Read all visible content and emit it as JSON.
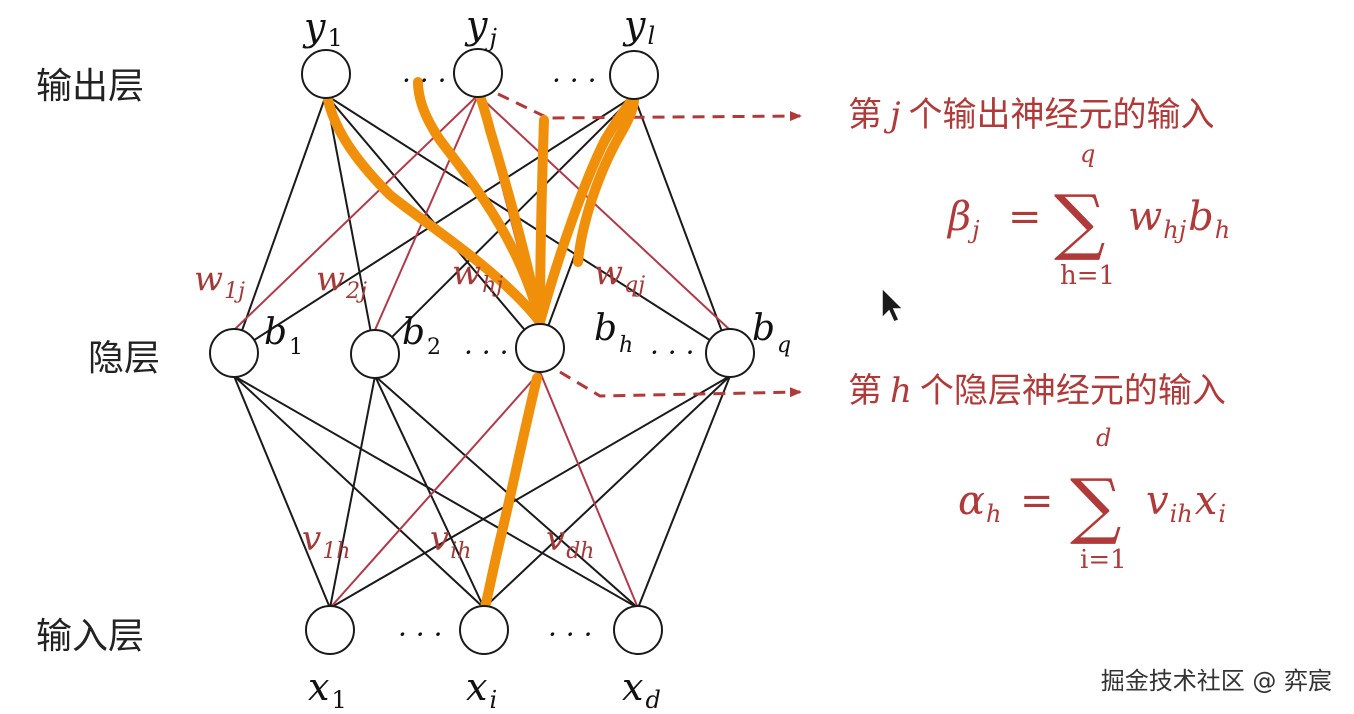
{
  "layers": {
    "output": "输出层",
    "hidden": "隐层",
    "input": "输入层"
  },
  "nodes": {
    "output": [
      {
        "base": "y",
        "sub": "1"
      },
      {
        "base": "y",
        "sub": "j"
      },
      {
        "base": "y",
        "sub": "l"
      }
    ],
    "hidden": [
      {
        "base": "b",
        "sub": "1"
      },
      {
        "base": "b",
        "sub": "2"
      },
      {
        "base": "b",
        "sub": "h"
      },
      {
        "base": "b",
        "sub": "q"
      }
    ],
    "input": [
      {
        "base": "x",
        "sub": "1"
      },
      {
        "base": "x",
        "sub": "i"
      },
      {
        "base": "x",
        "sub": "d"
      }
    ],
    "ellipsis": "· · ·"
  },
  "weights": {
    "output": [
      {
        "base": "w",
        "sub": "1j"
      },
      {
        "base": "w",
        "sub": "2j"
      },
      {
        "base": "w",
        "sub": "hj"
      },
      {
        "base": "w",
        "sub": "qj"
      }
    ],
    "hidden": [
      {
        "base": "v",
        "sub": "1h"
      },
      {
        "base": "v",
        "sub": "ih"
      },
      {
        "base": "v",
        "sub": "dh"
      }
    ]
  },
  "annotations": {
    "output_input": {
      "pre": "第",
      "var": "j",
      "post": "个输出神经元的输入",
      "lhs": "β",
      "lhs_sub": "j",
      "eq": "=",
      "sum": "∑",
      "upper": "q",
      "lower": "h=1",
      "term": "w",
      "term_sub": "hj",
      "term2": "b",
      "term2_sub": "h"
    },
    "hidden_input": {
      "pre": "第",
      "var": "h",
      "post": "个隐层神经元的输入",
      "lhs": "α",
      "lhs_sub": "h",
      "eq": "=",
      "sum": "∑",
      "upper": "d",
      "lower": "i=1",
      "term": "v",
      "term_sub": "ih",
      "term2": "x",
      "term2_sub": "i"
    }
  },
  "colors": {
    "black_edge": "#1a1a1a",
    "red_edge": "#b03a4a",
    "annotation": "#b03a3a",
    "highlight": "#f0900a"
  },
  "watermark": "掘金技术社区 @ 弈宸"
}
